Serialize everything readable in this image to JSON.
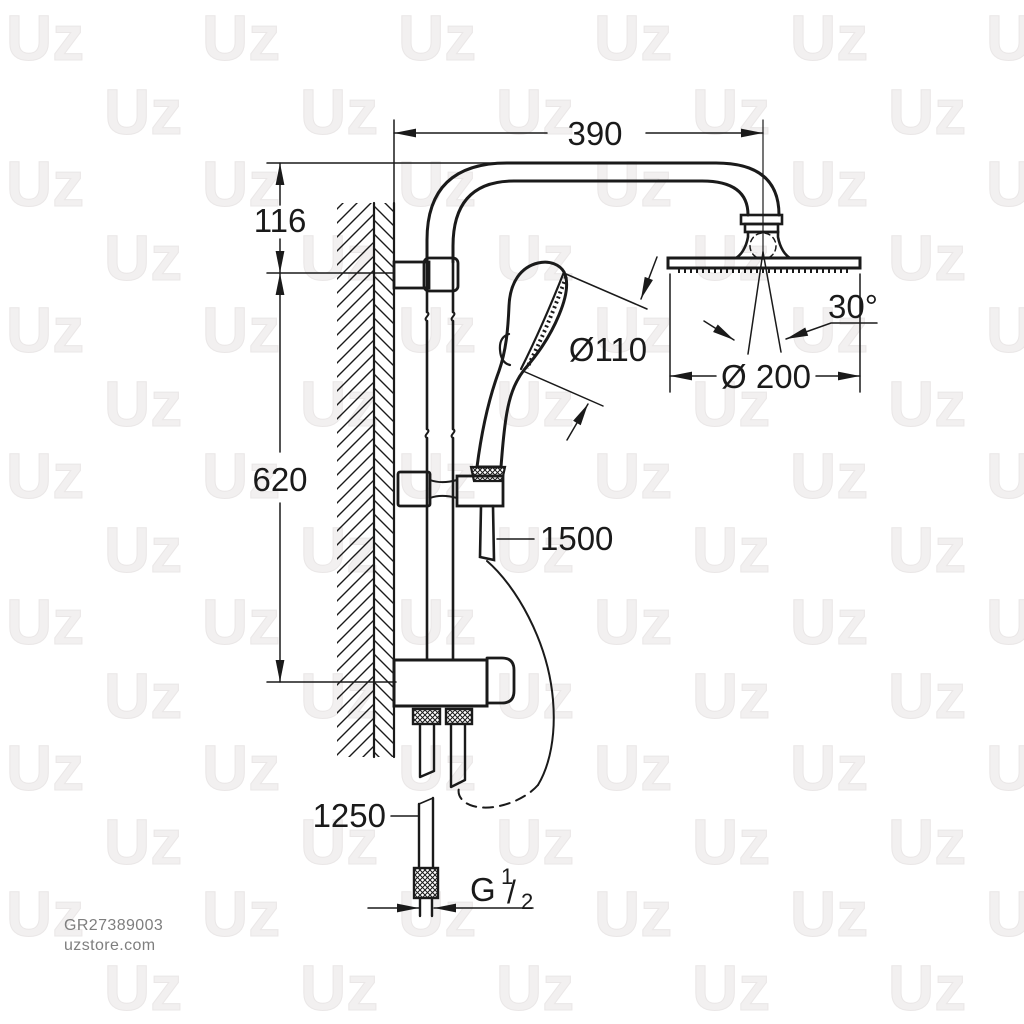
{
  "watermark": {
    "text": "Uz",
    "color": "#f2f0f0"
  },
  "drawing": {
    "line_color": "#1a1a1a",
    "dimensions": {
      "arm_reach": "390",
      "wall_offset": "116",
      "rail_length": "620",
      "hand_shower_diameter": "Ø110",
      "head_shower_diameter": "Ø 200",
      "spray_angle": "30°",
      "shower_hose_length": "1500",
      "supply_hose_length": "1250",
      "thread": {
        "letter": "G",
        "numerator": "1",
        "slash": "/",
        "denominator": "2"
      }
    }
  },
  "footer": {
    "product_code": "GR27389003",
    "website": "uzstore.com"
  }
}
